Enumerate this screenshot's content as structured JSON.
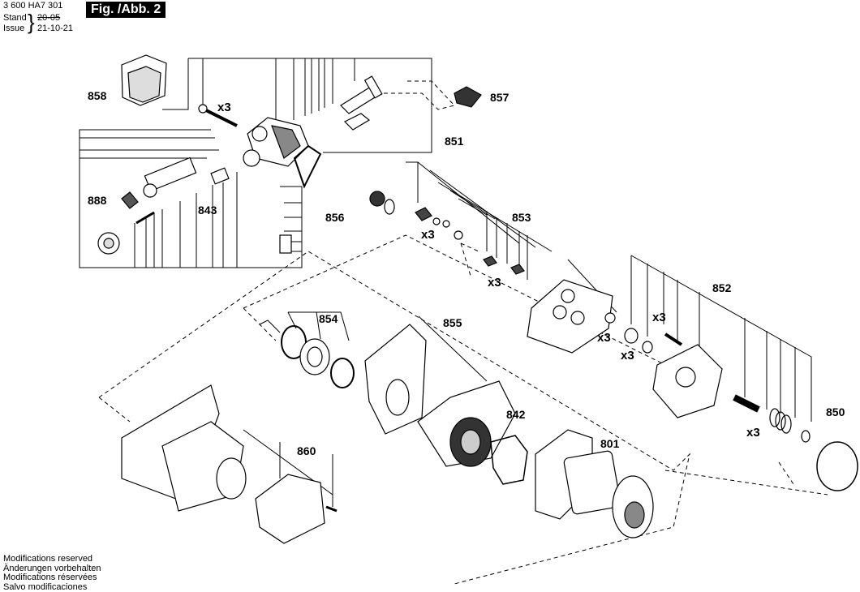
{
  "header": {
    "doc_number": "3 600 HA7 301",
    "stand_label": "Stand",
    "stand_value": "20-05",
    "issue_label": "Issue",
    "issue_value": "21-10-21",
    "figure_label": "Fig. /Abb. 2"
  },
  "parts": {
    "p858": "858",
    "p857": "857",
    "p851": "851",
    "p888": "888",
    "p843": "843",
    "p856": "856",
    "p853": "853",
    "p852": "852",
    "p854": "854",
    "p855": "855",
    "p842": "842",
    "p801": "801",
    "p850": "850",
    "p860": "860"
  },
  "quantities": {
    "screws_top": "x3",
    "valves_a": "x3",
    "valves_b": "x3",
    "seal_a": "x3",
    "seal_b": "x3",
    "bolt": "x3",
    "springs": "x3"
  },
  "footer": {
    "line1": "Modifications reserved",
    "line2": "Änderungen vorbehalten",
    "line3": "Modifications réservées",
    "line4": "Salvo modificaciones"
  }
}
